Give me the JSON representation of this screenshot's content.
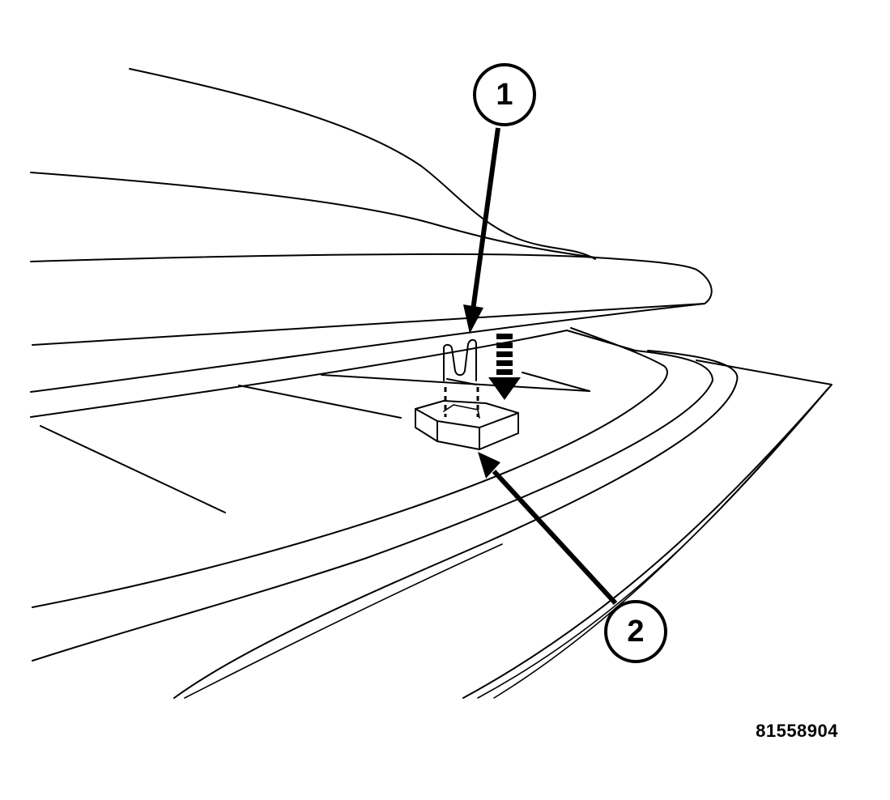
{
  "callouts": [
    {
      "label": "1",
      "part": "clip"
    },
    {
      "label": "2",
      "part": "bracket"
    }
  ],
  "figure_id": "81558904",
  "colors": {
    "ink": "#000000",
    "paper": "#ffffff"
  },
  "icons": {
    "install_direction": "down-arrow-icon"
  }
}
